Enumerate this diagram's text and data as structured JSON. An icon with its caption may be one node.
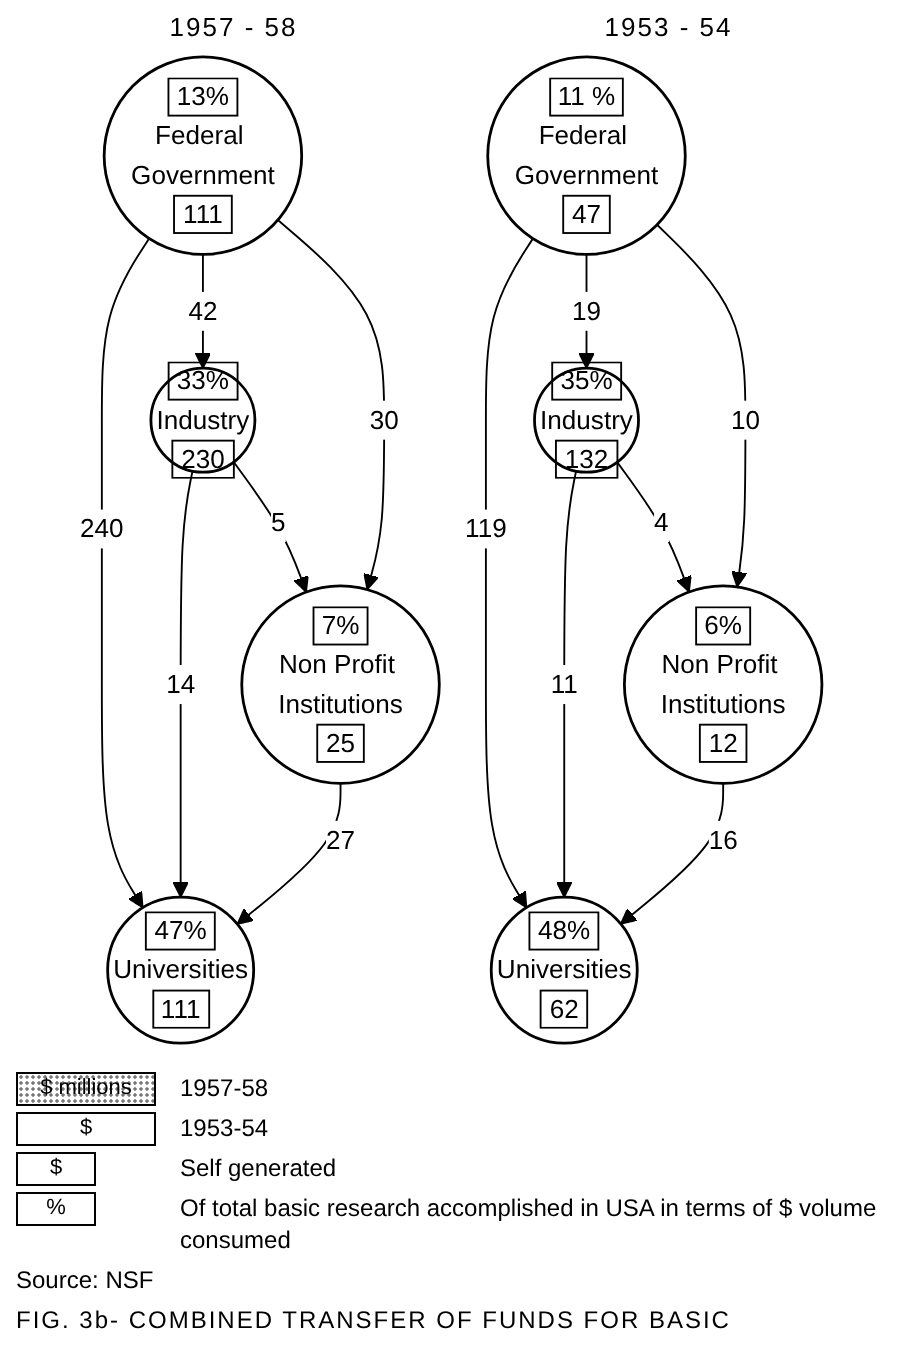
{
  "diagram": {
    "caption": "FIG. 3b- COMBINED TRANSFER OF FUNDS FOR BASIC",
    "nodes": [
      {
        "text": [
          "13%",
          "Federal Government",
          "111"
        ]
      },
      {
        "text": [
          "47%",
          "Universities",
          "111"
        ]
      },
      {
        "text": [
          "33%",
          "Industry",
          "230"
        ]
      },
      {
        "text": [
          "7%",
          "Non Profit Institutions",
          "25"
        ]
      },
      {
        "text": [
          "11 %",
          "Federal Government",
          "47"
        ]
      },
      {
        "text": [
          "48%",
          "Universities",
          "62"
        ]
      },
      {
        "text": [
          "35%",
          "Industry",
          "132"
        ]
      },
      {
        "text": [
          "6%",
          "Non Profit Institutions",
          "12"
        ]
      }
    ],
    "edges": [
      {
        "from": 0,
        "to": 1,
        "arrow": "to",
        "label": "240"
      },
      {
        "from": 0,
        "to": 2,
        "arrow": "to",
        "label": "42"
      },
      {
        "from": 0,
        "to": 3,
        "arrow": "to",
        "label": "30"
      },
      {
        "from": 2,
        "to": 1,
        "arrow": "to",
        "label": "14"
      },
      {
        "from": 3,
        "to": 1,
        "arrow": "to",
        "label": "27"
      },
      {
        "from": 2,
        "to": 3,
        "arrow": "to",
        "label": "5"
      },
      {
        "from": 4,
        "to": 5,
        "arrow": "to",
        "label": "119"
      },
      {
        "from": 4,
        "to": 6,
        "arrow": "to",
        "label": "19"
      },
      {
        "from": 4,
        "to": 7,
        "arrow": "to",
        "label": "10"
      },
      {
        "from": 6,
        "to": 5,
        "arrow": "to",
        "label": "11"
      },
      {
        "from": 7,
        "to": 5,
        "arrow": "to",
        "label": "16"
      },
      {
        "from": 6,
        "to": 7,
        "arrow": "to",
        "label": "4"
      }
    ],
    "labels": [
      "$ millions",
      "1957 - 58",
      "$",
      "$",
      "%",
      "Source: NSF",
      "1953 - 54"
    ],
    "legend": [
      {
        "text": "1957-58"
      },
      {
        "text": "1953-54"
      },
      {
        "text": "Self generated"
      },
      {
        "text": "Of total basic research accomplished in USA in terms of $ volume consumed"
      }
    ]
  }
}
